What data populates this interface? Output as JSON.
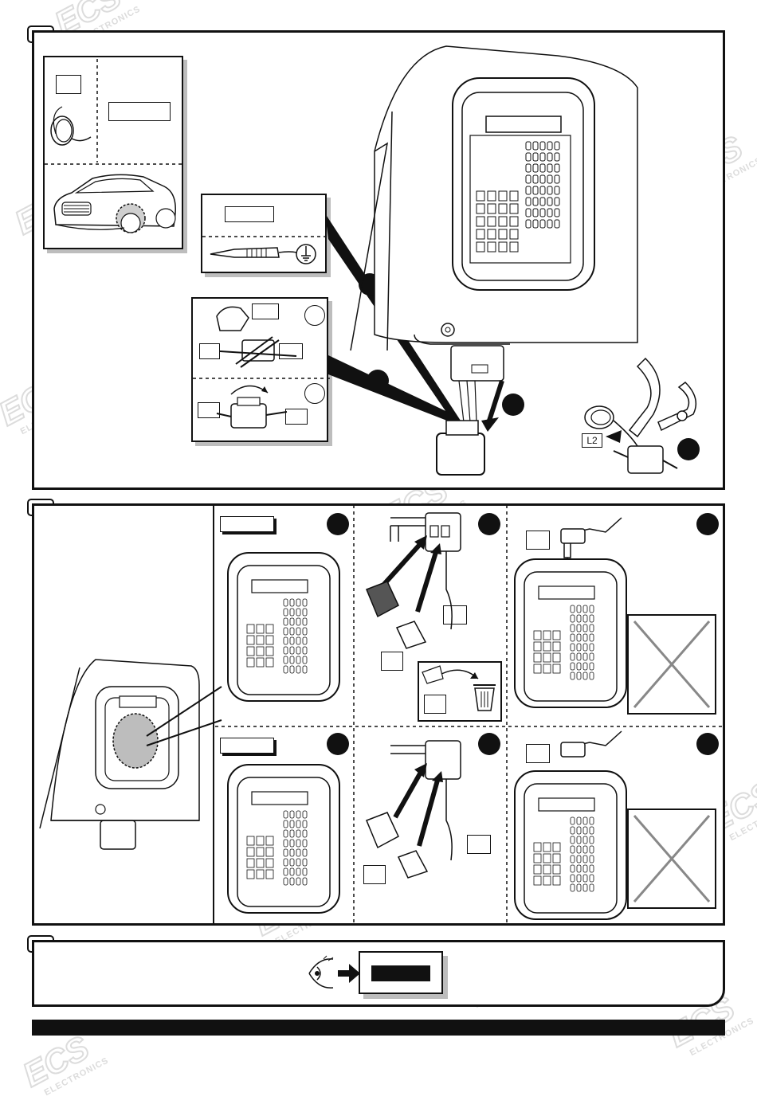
{
  "watermark": {
    "brand": "ECS",
    "sub": "ELECTRONICS",
    "color": "#dcdcdc"
  },
  "panel1": {
    "wire_label": "L2",
    "inset_vehicle": {
      "number_box": "",
      "code_box": ""
    },
    "tester_box": {
      "code_box": ""
    },
    "connector_box": {
      "label_a": "",
      "label_b": "",
      "label_c": "",
      "label_d": "",
      "label_e": ""
    },
    "icons": [
      "ground-tester-icon",
      "wire-coil-icon",
      "pliers-icon",
      "connector-icon",
      "car-icon"
    ]
  },
  "panel2": {
    "rows": [
      {
        "header_box": "",
        "fuse_label_top": "",
        "fuse_label_bottom": "",
        "bin_label": "",
        "slot_label": ""
      },
      {
        "header_box": "",
        "fuse_label_top": "",
        "fuse_label_bottom": "",
        "slot_label": ""
      }
    ],
    "icons": [
      "fuse-icon",
      "trash-icon",
      "cross-out-icon"
    ]
  },
  "panel3": {
    "result_box": "",
    "icons": [
      "eye-icon",
      "arrow-right-icon"
    ]
  },
  "colors": {
    "ink": "#111111",
    "shadow": "#bdbdbd",
    "watermark": "#dcdcdc"
  }
}
